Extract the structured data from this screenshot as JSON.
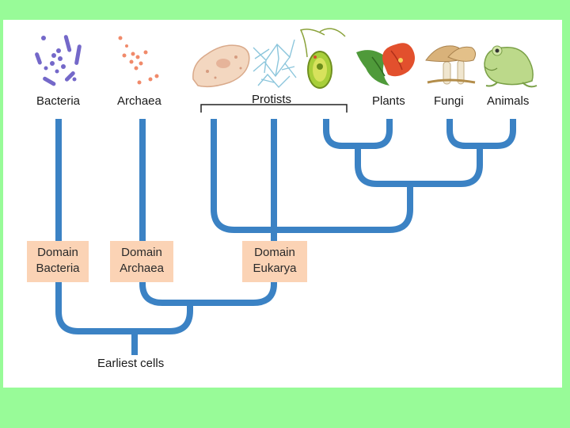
{
  "groups": {
    "bacteria": "Bacteria",
    "archaea": "Archaea",
    "protists": "Protists",
    "plants": "Plants",
    "fungi": "Fungi",
    "animals": "Animals"
  },
  "domains": {
    "bacteria": {
      "line1": "Domain",
      "line2": "Bacteria"
    },
    "archaea": {
      "line1": "Domain",
      "line2": "Archaea"
    },
    "eukarya": {
      "line1": "Domain",
      "line2": "Eukarya"
    }
  },
  "root": "Earliest cells",
  "colors": {
    "background": "#98fb98",
    "panel": "#ffffff",
    "branch": "#3b82c4",
    "domain_box": "#fbd3b5"
  },
  "icons": [
    "bacteria-icon",
    "archaea-icon",
    "amoeba-icon",
    "diatom-network-icon",
    "euglena-icon",
    "plant-icon",
    "mushroom-icon",
    "frog-icon"
  ]
}
